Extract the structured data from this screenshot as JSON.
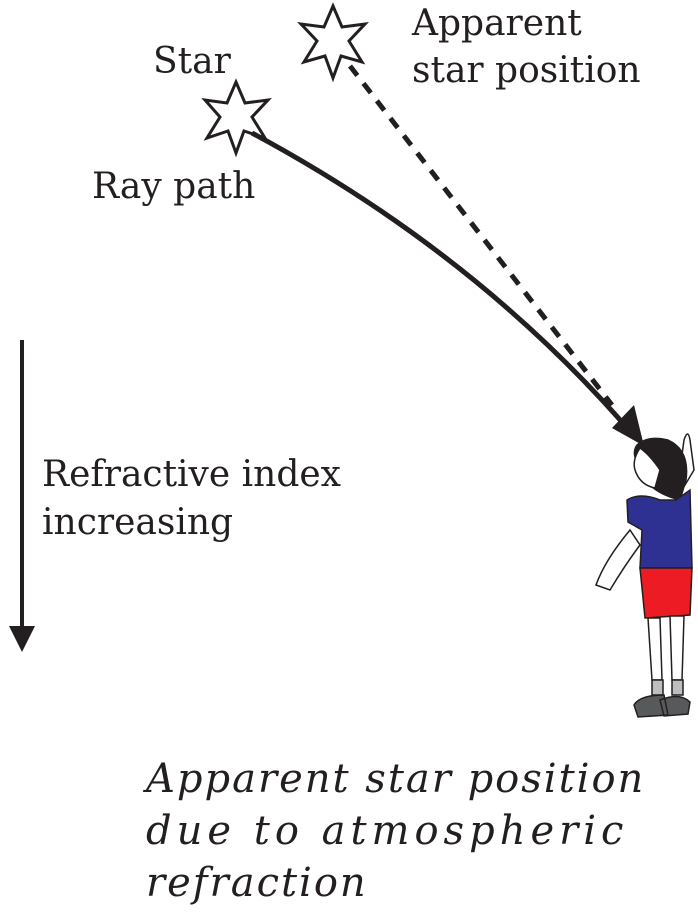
{
  "labels": {
    "star": "Star",
    "apparent_line1": "Apparent",
    "apparent_line2": "star position",
    "ray_path": "Ray path",
    "refractive_line1": "Refractive index",
    "refractive_line2": "increasing"
  },
  "caption": {
    "line1": "Apparent star position",
    "line2": "due to atmospheric",
    "line3": "refraction"
  },
  "colors": {
    "shirt": "#2e3192",
    "shorts": "#ed1c24",
    "hair": "#231f20",
    "shoes": "#58595b"
  }
}
